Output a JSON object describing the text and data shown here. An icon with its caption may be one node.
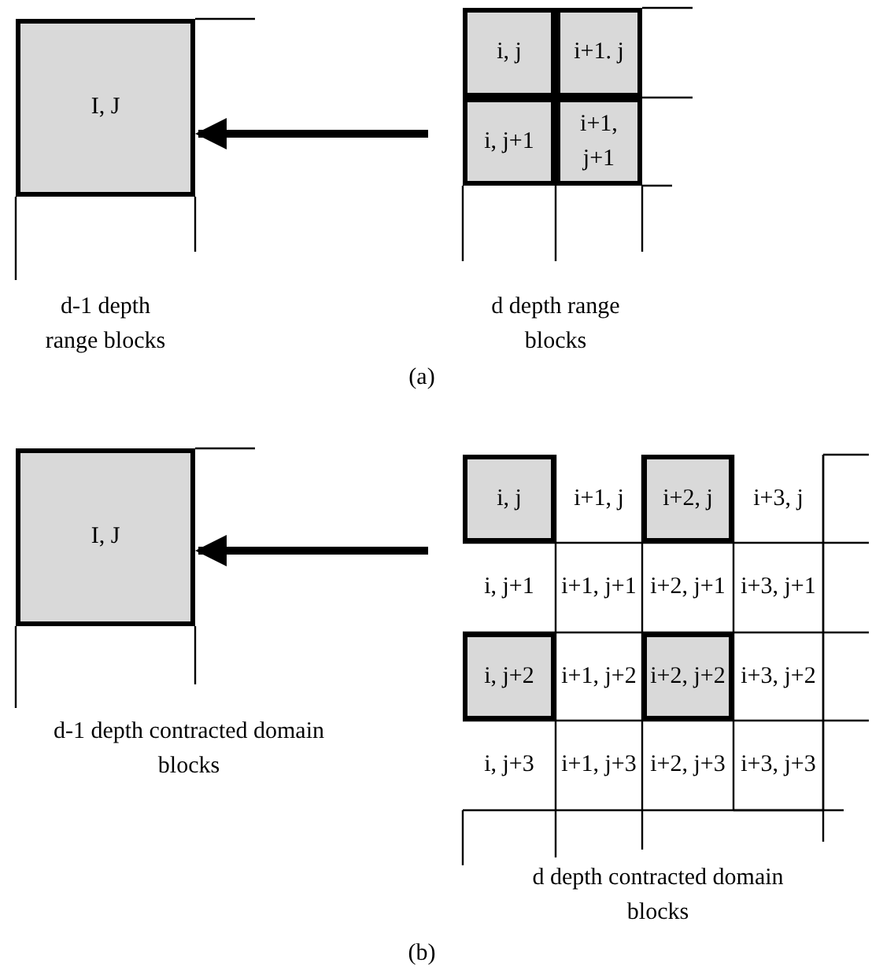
{
  "diagram": {
    "nodes": [
      {
        "text": [
          "I, J"
        ]
      },
      {
        "text": [
          "i, j"
        ]
      },
      {
        "text": [
          "i+1. j"
        ]
      },
      {
        "text": [
          "i, j+1"
        ]
      },
      {
        "text": [
          "i+1, j+1"
        ]
      },
      {
        "text": [
          "I, J"
        ]
      },
      {
        "text": [
          "i, j"
        ]
      },
      {
        "text": [
          "i+1, j"
        ]
      },
      {
        "text": [
          "i+2, j"
        ]
      },
      {
        "text": [
          "i+3, j"
        ]
      },
      {
        "text": [
          "i, j+1"
        ]
      },
      {
        "text": [
          "i+1, j+1"
        ]
      },
      {
        "text": [
          "i+2, j+1"
        ]
      },
      {
        "text": [
          "i+3, j+1"
        ]
      },
      {
        "text": [
          "i, j+2"
        ]
      },
      {
        "text": [
          "i+1, j+2"
        ]
      },
      {
        "text": [
          "i+2, j+2"
        ]
      },
      {
        "text": [
          "i+3, j+2"
        ]
      },
      {
        "text": [
          "i, j+3"
        ]
      },
      {
        "text": [
          "i+1, j+3"
        ]
      },
      {
        "text": [
          "i+2, j+3"
        ]
      },
      {
        "text": [
          "i+3, j+3"
        ]
      }
    ],
    "edges": [
      {
        "from": null,
        "to": 0,
        "arrow": "to"
      },
      {
        "from": null,
        "to": 5,
        "arrow": "to"
      }
    ],
    "labels": [
      "d-1 depth range blocks",
      "d depth range blocks",
      "(a)",
      "d-1 depth contracted domain blocks",
      "d depth contracted domain blocks",
      "(b)"
    ]
  }
}
